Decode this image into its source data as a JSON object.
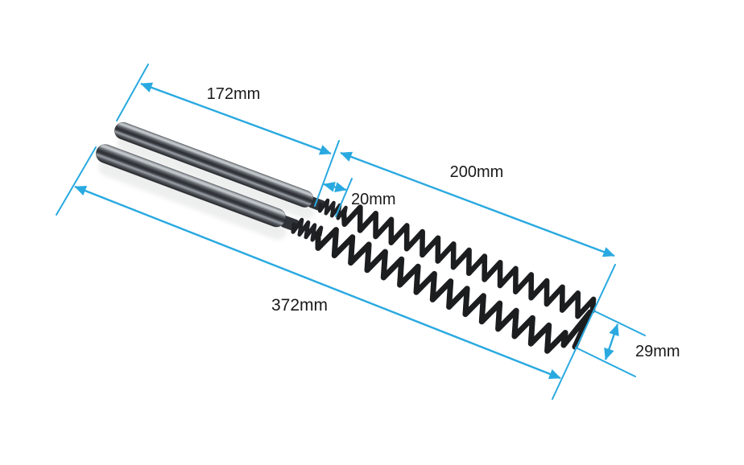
{
  "page": {
    "background_color": "#ffffff"
  },
  "diagram": {
    "accent_color": "#29a9e0",
    "label_color": "#1a1a1a",
    "metal_color": "#2c2f34",
    "coil_color": "#1c1d1f",
    "labels": {
      "shaft_length": "172mm",
      "spring_length": "200mm",
      "adapter_length": "20mm",
      "total_length": "372mm",
      "coil_tip_diameter": "29mm"
    }
  }
}
